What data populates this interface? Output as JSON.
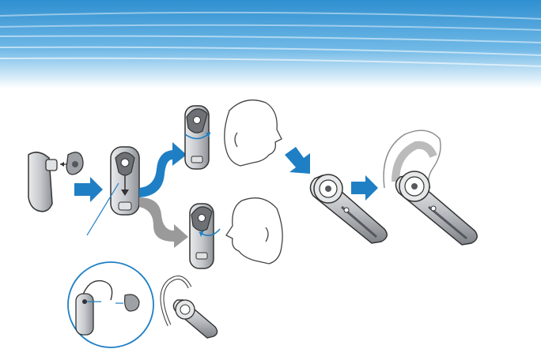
{
  "colors": {
    "banner_top": "#3a9bd6",
    "banner_bottom": "#d9eef9",
    "arrow_blue": "#1f7fc4",
    "arrow_gray": "#9a9a9a",
    "device_gray": "#b9bcc0",
    "device_dark": "#55585c",
    "outline": "#333333",
    "inset_border": "#1f7fc4"
  },
  "steps": [
    {
      "name": "attach-earpiece",
      "icon": "headset-with-eartip-icon"
    },
    {
      "name": "rotate-right",
      "icon": "rotate-clockwise-icon"
    },
    {
      "name": "rotate-left",
      "icon": "rotate-counterclockwise-icon"
    },
    {
      "name": "fit-on-ear",
      "icon": "headset-on-ear-icon"
    },
    {
      "name": "attach-earloop",
      "icon": "earloop-icon"
    }
  ]
}
